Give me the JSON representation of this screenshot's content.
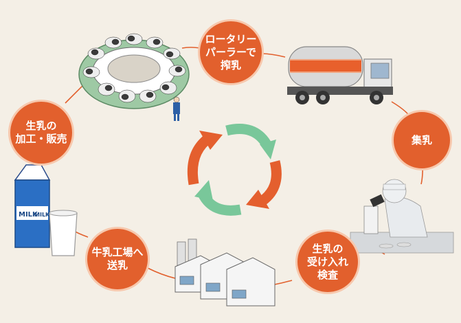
{
  "diagram": {
    "steps": [
      {
        "label": "ロータリー\nパーラーで\n搾乳"
      },
      {
        "label": "集乳"
      },
      {
        "label": "生乳の\n受け入れ\n検査"
      },
      {
        "label": "牛乳工場へ\n送乳"
      },
      {
        "label": "生乳の\n加工・販売"
      }
    ],
    "carton_text": [
      "MILK",
      "MILK"
    ],
    "colors": {
      "badge": "#e2602d",
      "path": "#e2602d",
      "arrow_orange": "#e45f2e",
      "arrow_green": "#79c79a",
      "background": "#f4efe6"
    }
  }
}
